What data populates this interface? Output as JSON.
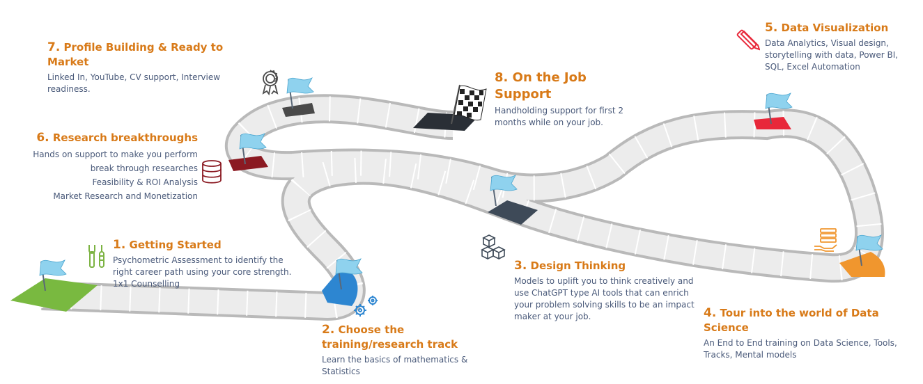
{
  "steps": [
    {
      "num": "1.",
      "title": "Getting Started",
      "desc": "Psychometric Assessment to identify the right career path using your core strength. 1x1 Counselling"
    },
    {
      "num": "2.",
      "title": "Choose the training/research track",
      "desc": "Learn the basics of mathematics & Statistics"
    },
    {
      "num": "3.",
      "title": "Design Thinking",
      "desc": "Models to uplift you to think creatively and use ChatGPT type AI tools that can enrich your problem solving skills to be an impact maker at your job."
    },
    {
      "num": "4.",
      "title": "Tour into the world of Data Science",
      "desc": "An End to End training on Data Science, Tools, Tracks, Mental models"
    },
    {
      "num": "5.",
      "title": "Data Visualization",
      "desc": "Data Analytics, Visual design, storytelling with data, Power BI, SQL, Excel Automation"
    },
    {
      "num": "6.",
      "title": "Research breakthroughs",
      "desc_lines": [
        "Hands on support to make you perform",
        "break through researches",
        "Feasibility & ROI Analysis",
        "Market Research  and Monetization"
      ]
    },
    {
      "num": "7.",
      "title": "Profile Building & Ready to Market",
      "desc": "Linked In, YouTube, CV support, Interview readiness."
    },
    {
      "num": "8.",
      "title": "On the Job Support",
      "desc": "Handholding support for first 2 months while on your job."
    }
  ],
  "colors": {
    "title": "#d87a18",
    "desc": "#4a5a7a",
    "tile_green": "#79b940",
    "tile_blue": "#2d86d1",
    "tile_slate": "#3e4a58",
    "tile_orange": "#f0962e",
    "tile_red": "#e8283a",
    "tile_maroon": "#8b1a22",
    "tile_gray": "#4a4a4a",
    "tile_black": "#2a2f36",
    "flag": "#8fd2ee"
  },
  "icons": [
    "tools-icon",
    "gears-icon",
    "cubes-icon",
    "hand-stack-icon",
    "pencil-ruler-icon",
    "database-icon",
    "award-icon",
    "checkered-flag-icon"
  ]
}
